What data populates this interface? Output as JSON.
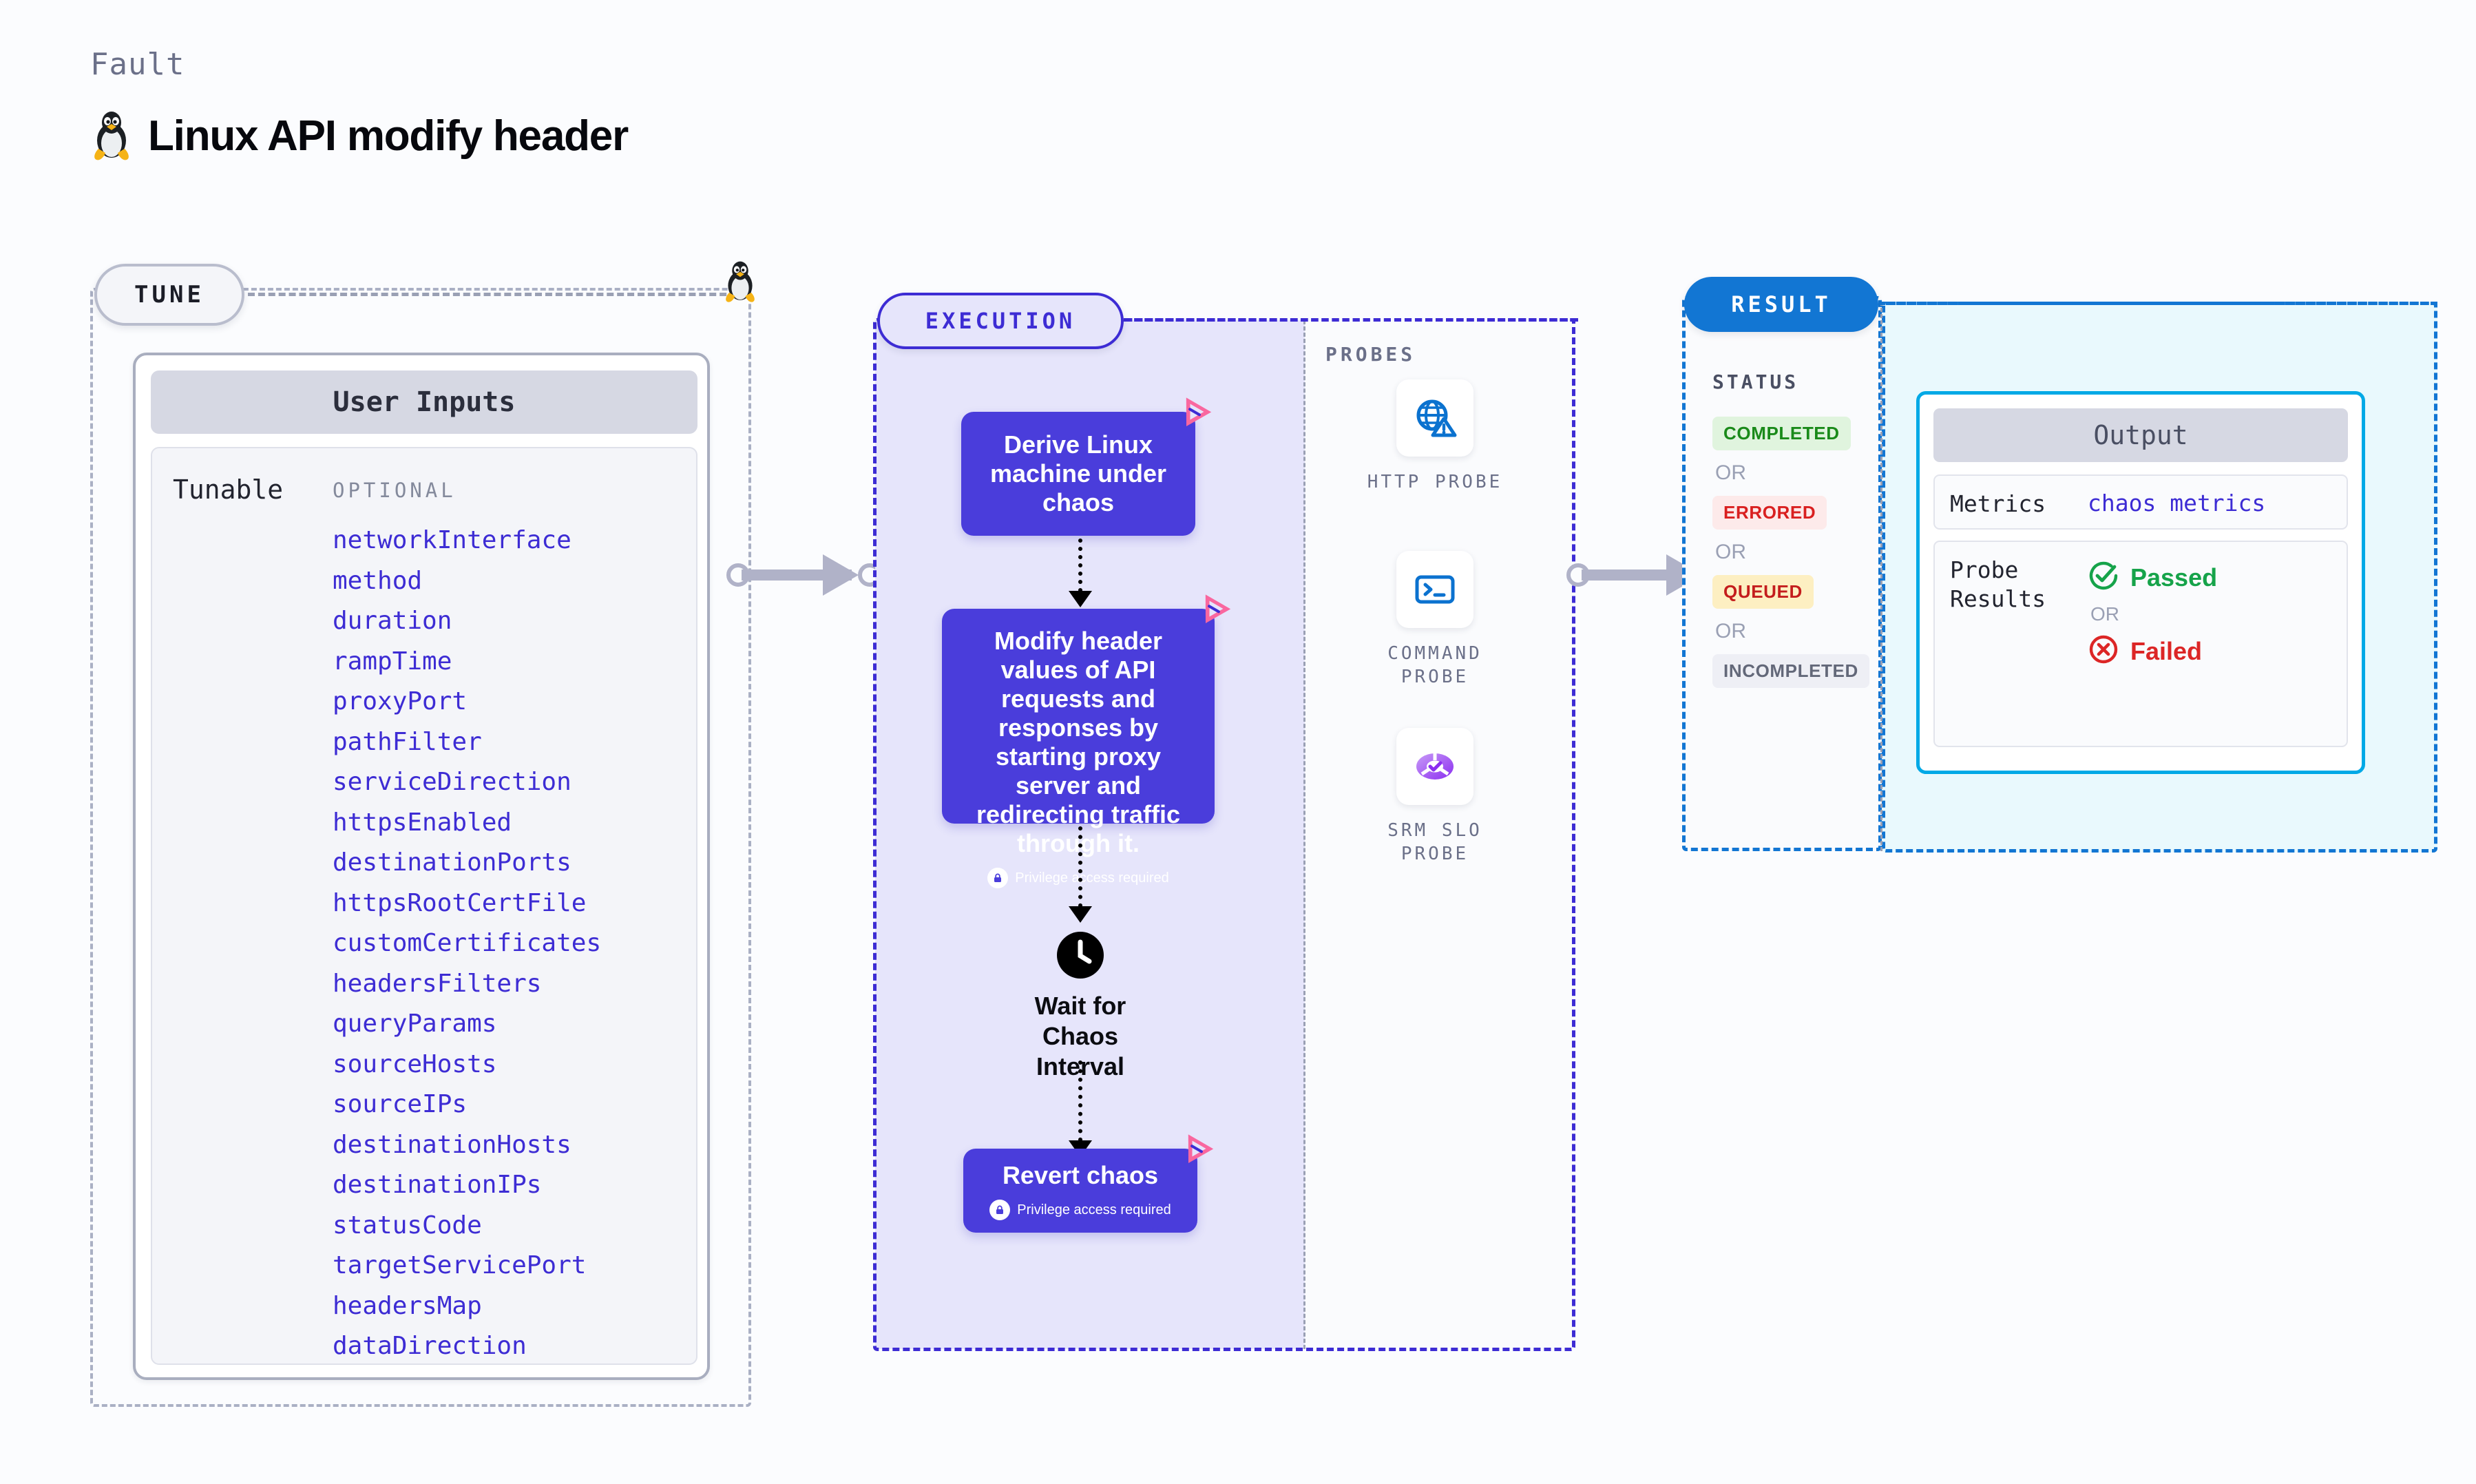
{
  "header": {
    "kicker": "Fault",
    "title": "Linux API modify header",
    "icon": "linux-penguin-icon"
  },
  "tune": {
    "chip_label": "TUNE",
    "card_title": "User Inputs",
    "tunable_label": "Tunable",
    "optional_label": "OPTIONAL",
    "parameters": [
      "networkInterface",
      "method",
      "duration",
      "rampTime",
      "proxyPort",
      "pathFilter",
      "serviceDirection",
      "httpsEnabled",
      "destinationPorts",
      "httpsRootCertFile",
      "customCertificates",
      "headersFilters",
      "queryParams",
      "sourceHosts",
      "sourceIPs",
      "destinationHosts",
      "destinationIPs",
      "statusCode",
      "targetServicePort",
      "headersMap",
      "dataDirection"
    ]
  },
  "execution": {
    "chip_label": "EXECUTION",
    "nodes": [
      {
        "text": "Derive Linux machine under chaos",
        "privilege": null,
        "badge": "litmus-logo-icon"
      },
      {
        "text": "Modify header values of API requests and responses by starting proxy server and redirecting traffic through it.",
        "privilege": "Privilege access required",
        "badge": "litmus-logo-icon"
      }
    ],
    "wait_node": {
      "icon": "clock-icon",
      "label": "Wait for Chaos Interval"
    },
    "revert_node": {
      "text": "Revert chaos",
      "privilege": "Privilege access required",
      "badge": "litmus-logo-icon"
    },
    "probes_label": "PROBES",
    "probes": [
      {
        "name": "HTTP PROBE",
        "icon": "globe-warning-icon"
      },
      {
        "name": "COMMAND PROBE",
        "icon": "terminal-icon"
      },
      {
        "name": "SRM SLO PROBE",
        "icon": "slo-donut-check-icon"
      }
    ]
  },
  "result": {
    "chip_label": "RESULT",
    "status_label": "STATUS",
    "or_label": "OR",
    "statuses": [
      {
        "label": "COMPLETED",
        "bg": "#e0f4de",
        "fg": "#1a8a1a"
      },
      {
        "label": "ERRORED",
        "bg": "#fdeaea",
        "fg": "#d92020"
      },
      {
        "label": "QUEUED",
        "bg": "#fdefc2",
        "fg": "#c41d1d"
      },
      {
        "label": "INCOMPLETED",
        "bg": "#eeeff5",
        "fg": "#636879"
      }
    ],
    "output": {
      "title": "Output",
      "metrics_key": "Metrics",
      "metrics_value": "chaos metrics",
      "probe_results_key": "Probe Results",
      "passed_label": "Passed",
      "failed_label": "Failed",
      "or_label": "OR"
    }
  },
  "colors": {
    "page_bg": "#fbfcfe",
    "tune_border": "#aab0c4",
    "execution_accent": "#3d2cd4",
    "execution_fill": "#e6e5fb",
    "node_fill": "#4a3ddb",
    "result_accent": "#1276d3",
    "result_fill": "#e9f9fd",
    "output_border": "#00a9e6",
    "param_text": "#3d2cd4",
    "litmus_pink": "#f9679f",
    "passed_green": "#16a34a",
    "failed_red": "#dc2626"
  }
}
